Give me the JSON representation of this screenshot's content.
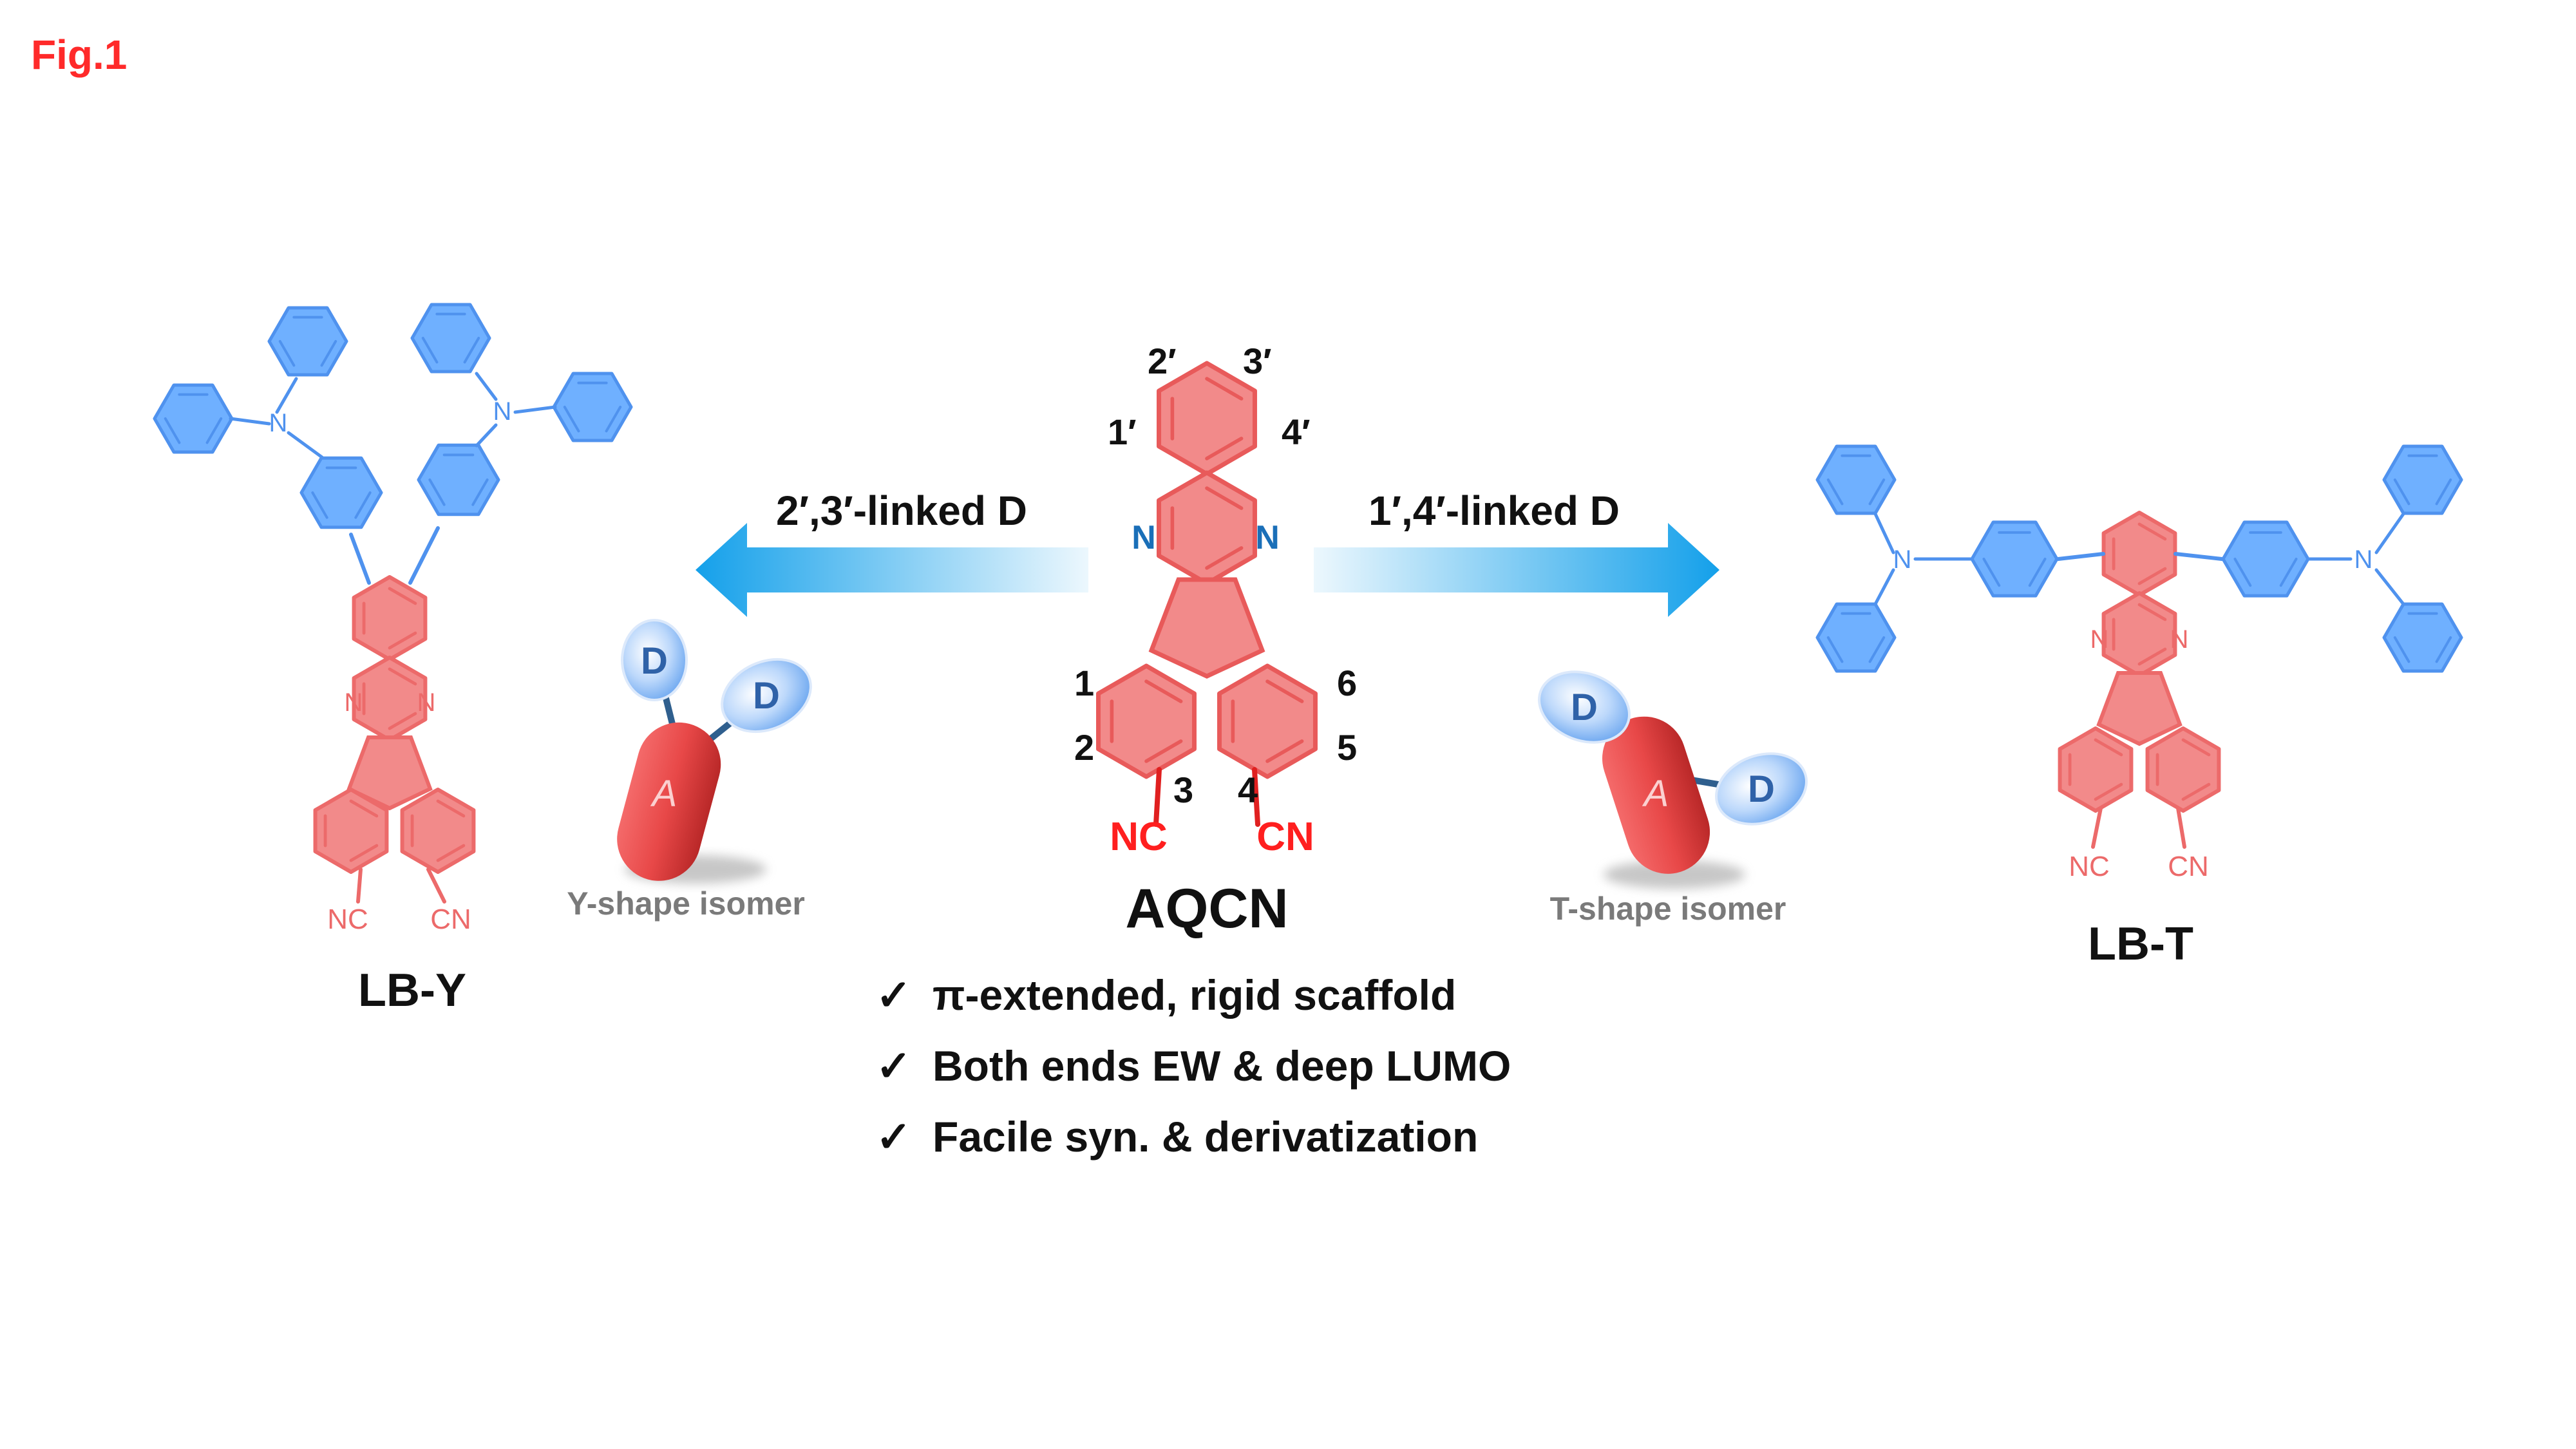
{
  "figure_label": "Fig.1",
  "colors": {
    "acceptor_red": "#f28a8a",
    "acceptor_line": "#ec6a6a",
    "donor_blue": "#6fb0ff",
    "donor_line": "#4f92ee",
    "nitrogen_blue": "#1a6fb8",
    "arrow_blue": "#18a0e6",
    "title_red": "#ff2a2a"
  },
  "center": {
    "name": "AQCN",
    "positions": {
      "p1p": "1′",
      "p2p": "2′",
      "p3p": "3′",
      "p4p": "4′",
      "p1": "1",
      "p2": "2",
      "p3": "3",
      "p4": "4",
      "p5": "5",
      "p6": "6"
    },
    "n_left": "N",
    "n_right": "N",
    "nc": "NC",
    "cn": "CN"
  },
  "left_arrow": {
    "label": "2′,3′-linked D",
    "direction": "left"
  },
  "right_arrow": {
    "label": "1′,4′-linked D",
    "direction": "right"
  },
  "y_isomer": {
    "caption": "Y-shape isomer",
    "acceptor": "A",
    "donor": "D"
  },
  "t_isomer": {
    "caption": "T-shape isomer",
    "acceptor": "A",
    "donor": "D"
  },
  "lb_y": {
    "name": "LB-Y",
    "n_left": "N",
    "n_right": "N",
    "amine": "N",
    "nc": "NC",
    "cn": "CN"
  },
  "lb_t": {
    "name": "LB-T",
    "n_left": "N",
    "n_right": "N",
    "amine": "N",
    "nc": "NC",
    "cn": "CN"
  },
  "bullets": {
    "mark": "✓",
    "items": [
      "π-extended, rigid scaffold",
      "Both ends EW & deep LUMO",
      "Facile syn. & derivatization"
    ]
  }
}
